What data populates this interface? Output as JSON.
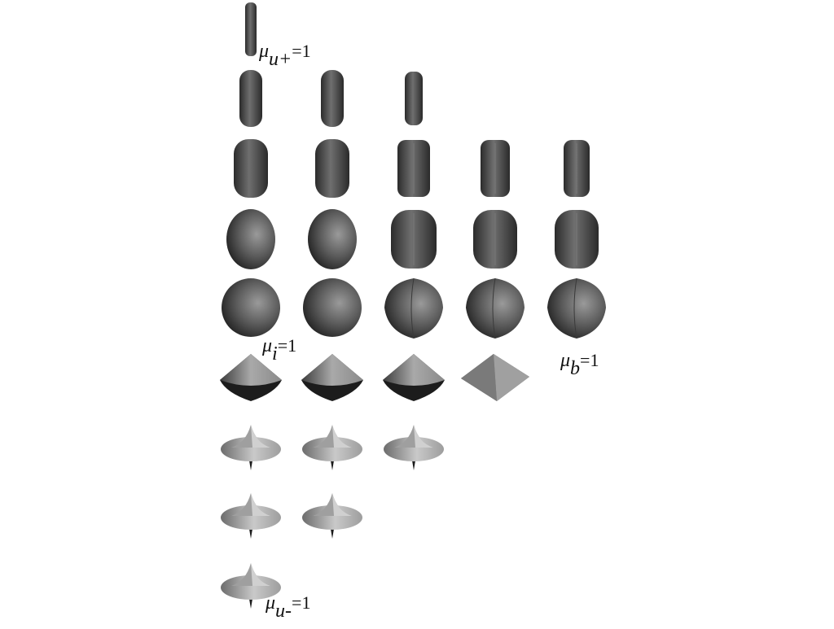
{
  "labels": {
    "u_plus": {
      "mu": "μ",
      "sub": "u+",
      "eq": "=1"
    },
    "i": {
      "mu": "μ",
      "sub": "i",
      "eq": "=1"
    },
    "b": {
      "mu": "μ",
      "sub": "b",
      "eq": "=1"
    },
    "u_minus": {
      "mu": "μ",
      "sub": "u-",
      "eq": "=1"
    }
  },
  "shape_rows": [
    {
      "row": 0,
      "shapes": [
        "thin-cylinder"
      ]
    },
    {
      "row": 1,
      "shapes": [
        "capsule",
        "capsule",
        "flat-capsule"
      ]
    },
    {
      "row": 2,
      "shapes": [
        "rounded-cylinder",
        "rounded-cylinder",
        "rounded-prism",
        "rounded-prism",
        "rounded-prism"
      ]
    },
    {
      "row": 3,
      "shapes": [
        "ellipsoid",
        "ellipsoid",
        "rounded-prism",
        "rounded-prism",
        "rounded-prism"
      ]
    },
    {
      "row": 4,
      "shapes": [
        "sphere",
        "sphere",
        "faceted-sphere",
        "faceted-sphere",
        "faceted-sphere"
      ]
    },
    {
      "row": 5,
      "shapes": [
        "bicone",
        "bicone",
        "bicone",
        "pyramid"
      ]
    },
    {
      "row": 6,
      "shapes": [
        "spiky-disk",
        "spiky-disk",
        "spiky-disk"
      ]
    },
    {
      "row": 7,
      "shapes": [
        "spiky-disk",
        "spiky-disk"
      ]
    },
    {
      "row": 8,
      "shapes": [
        "spiky-disk"
      ]
    }
  ],
  "colors": {
    "dark": "#2a2a2a",
    "mid": "#6b6b6b",
    "light": "#cfcfcf",
    "highlight": "#bdbdbd"
  }
}
